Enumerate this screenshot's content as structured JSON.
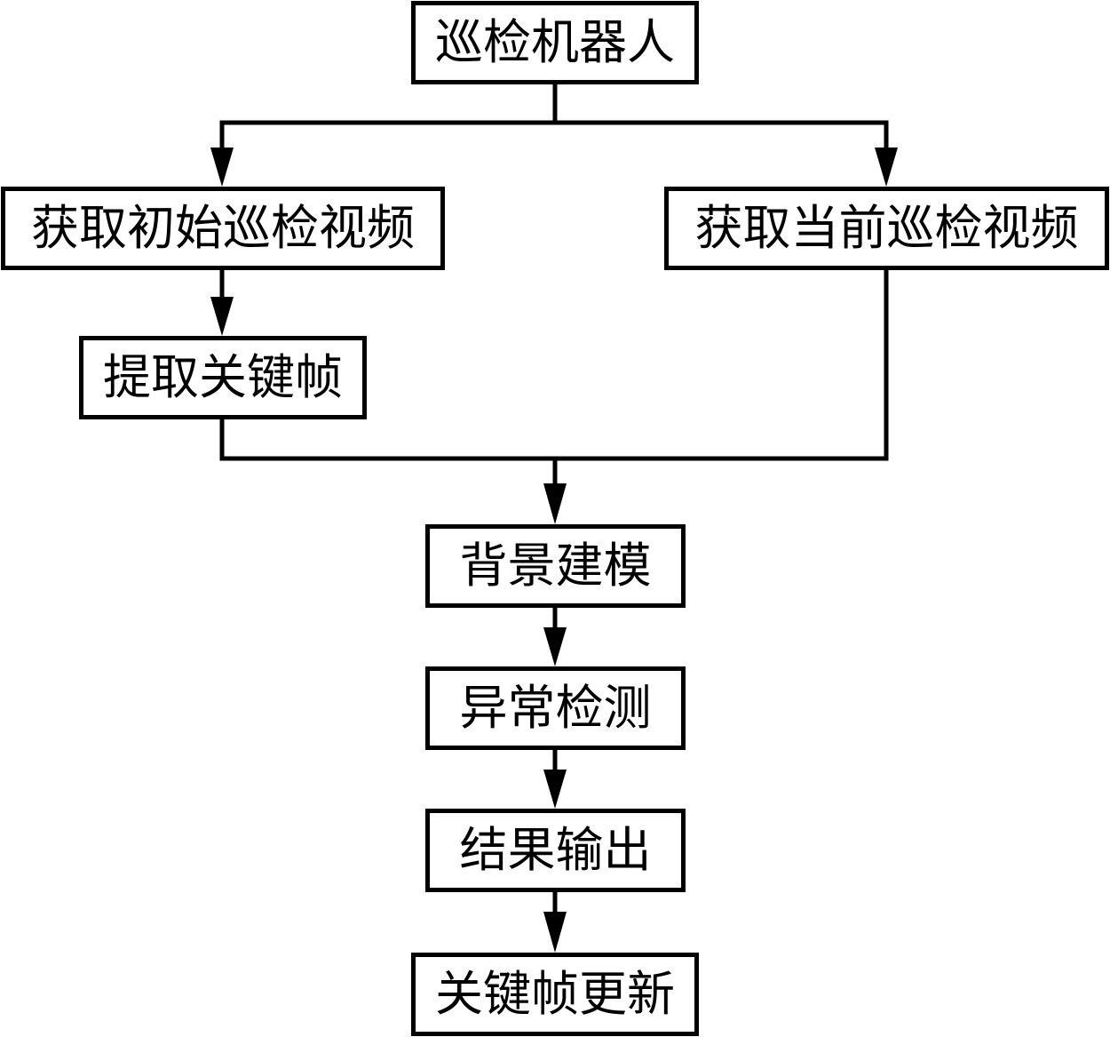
{
  "flowchart": {
    "nodes": {
      "robot": "巡检机器人",
      "initial_video": "获取初始巡检视频",
      "current_video": "获取当前巡检视频",
      "keyframe": "提取关键帧",
      "background": "背景建模",
      "anomaly": "异常检测",
      "output": "结果输出",
      "update": "关键帧更新"
    },
    "edges": [
      [
        "robot",
        "initial_video"
      ],
      [
        "robot",
        "current_video"
      ],
      [
        "initial_video",
        "keyframe"
      ],
      [
        "keyframe",
        "background"
      ],
      [
        "current_video",
        "background"
      ],
      [
        "background",
        "anomaly"
      ],
      [
        "anomaly",
        "output"
      ],
      [
        "output",
        "update"
      ]
    ]
  }
}
